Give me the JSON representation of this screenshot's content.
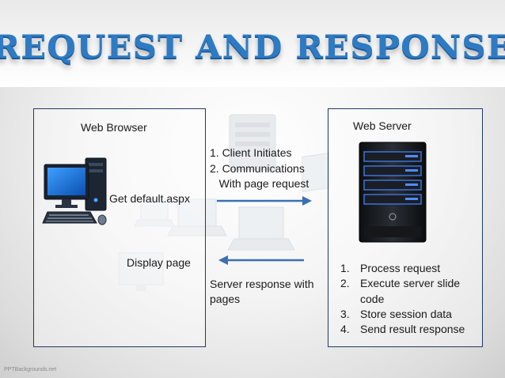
{
  "title": "REQUEST AND RESPONSE",
  "browser_box": {
    "label": "Web Browser",
    "get_label": "Get default.aspx",
    "display_label": "Display page"
  },
  "server_box": {
    "label": "Web Server"
  },
  "request_steps": [
    "1. Client Initiates",
    "2. Communications",
    "   With page request"
  ],
  "response_text": "Server response with pages",
  "server_steps": [
    {
      "num": "1.",
      "text": "Process request"
    },
    {
      "num": "2.",
      "text": "Execute server slide"
    },
    {
      "num": "",
      "text": "code"
    },
    {
      "num": "3.",
      "text": "Store session data"
    },
    {
      "num": "4.",
      "text": "Send result response"
    }
  ],
  "footer": "PPTBackgrounds.net",
  "colors": {
    "title": "#2e7bc4",
    "arrow": "#3a6fb5",
    "box_border": "#1f3a66"
  }
}
